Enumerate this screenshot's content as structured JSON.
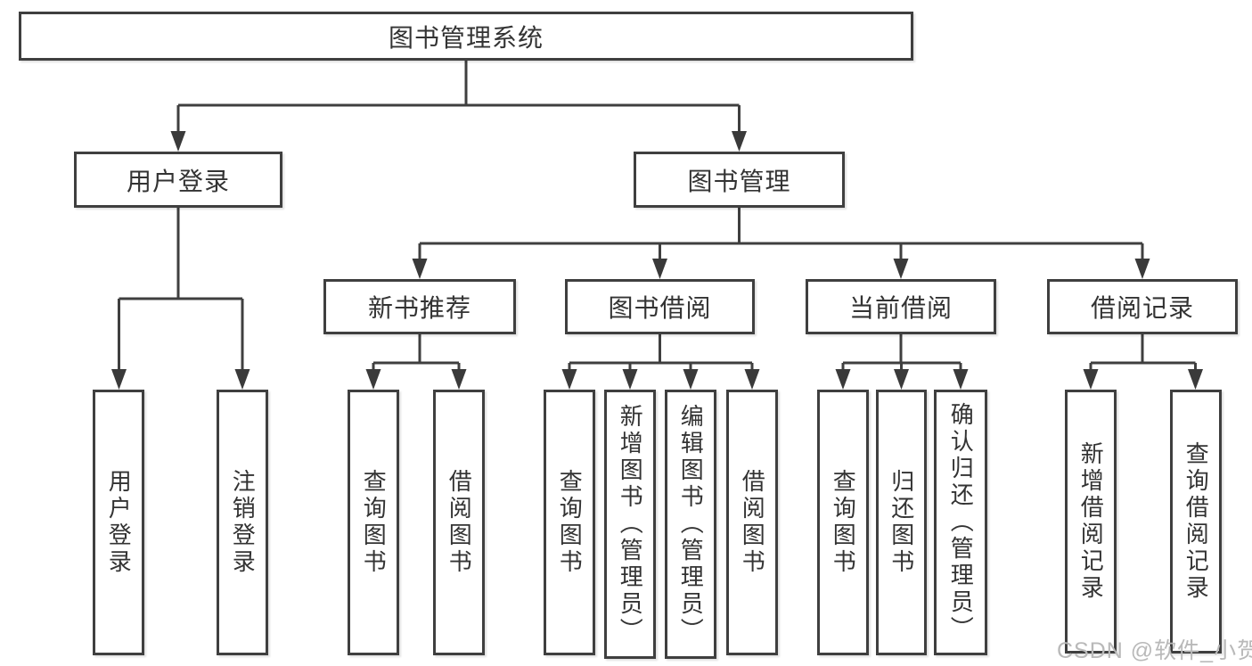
{
  "colors": {
    "line": "#3f3f3f",
    "box_border": "#3f3f3f",
    "text": "#333333",
    "background": "#ffffff",
    "watermark": "#b9b9b9"
  },
  "diagram": {
    "type": "hierarchy-tree",
    "root": {
      "label": "图书管理系统"
    },
    "level2": [
      {
        "label": "用户登录"
      },
      {
        "label": "图书管理"
      }
    ],
    "level3": [
      {
        "label": "新书推荐",
        "parent": "图书管理"
      },
      {
        "label": "图书借阅",
        "parent": "图书管理"
      },
      {
        "label": "当前借阅",
        "parent": "图书管理"
      },
      {
        "label": "借阅记录",
        "parent": "图书管理"
      }
    ],
    "leaves": {
      "user": [
        "用户登录",
        "注销登录"
      ],
      "newbook": [
        "查询图书",
        "借阅图书"
      ],
      "borrow": [
        "查询图书",
        "新增图书（管理员）",
        "编辑图书（管理员）",
        "借阅图书"
      ],
      "current": [
        "查询图书",
        "归还图书",
        "确认归还（管理员）"
      ],
      "record": [
        "新增借阅记录",
        "查询借阅记录"
      ]
    }
  },
  "watermark": {
    "text": "CSDN @软件_小贺同学"
  }
}
